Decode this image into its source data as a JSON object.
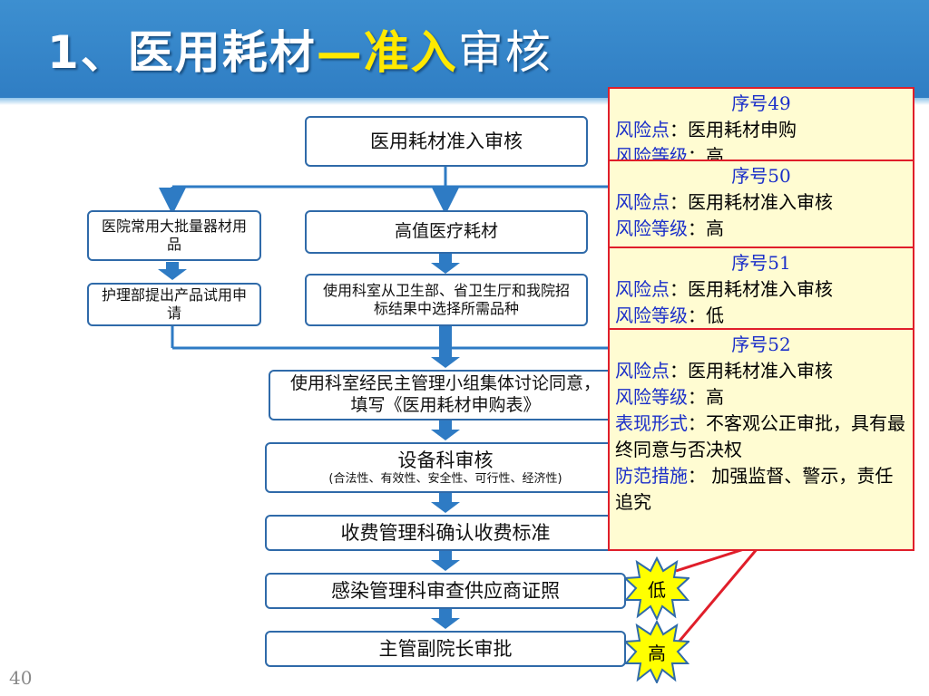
{
  "slide": {
    "title_part1": "1、医用耗材",
    "title_part2": "—准入",
    "title_part3": "审核",
    "page_number": "40"
  },
  "flow": {
    "top": "医用耗材准入审核",
    "left_branch_1": "医院常用大批量器材用品",
    "left_branch_2": "护理部提出产品试用申请",
    "mid_branch_1": "高值医疗耗材",
    "mid_branch_2": "使用科室从卫生部、省卫生厅和我院招标结果中选择所需品种",
    "step_1": "使用科室经民主管理小组集体讨论同意，填写《医用耗材申购表》",
    "step_2_main": "设备科审核",
    "step_2_sub": "(合法性、有效性、安全性、可行性、经济性)",
    "step_3": "收费管理科确认收费标准",
    "step_4": "感染管理科审查供应商证照",
    "step_5": "主管副院长审批"
  },
  "risk_badges": [
    {
      "label": "低"
    },
    {
      "label": "高"
    }
  ],
  "risk_cards": [
    {
      "num": "序号49",
      "point_label": "风险点",
      "point": "：医用耗材申购",
      "level_label": "风险等级",
      "level": "：高"
    },
    {
      "num": "序号50",
      "point_label": "风险点",
      "point": "：医用耗材准入审核",
      "level_label": "风险等级",
      "level": "：高"
    },
    {
      "num": "序号51",
      "point_label": "风险点",
      "point": "：医用耗材准入审核",
      "level_label": "风险等级",
      "level": "：低"
    },
    {
      "num": "序号52",
      "point_label": "风险点",
      "point": "：医用耗材准入审核",
      "level_label": "风险等级",
      "level": "：高",
      "form_label": "表现形式",
      "form": "：不客观公正审批，具有最终同意与否决权",
      "measure_label": "防范措施",
      "measure": "：  加强监督、警示，责任追究"
    }
  ],
  "colors": {
    "header": "#3d8fd0",
    "title_accent": "#ffe900",
    "box_border": "#2f6aa9",
    "arrow": "#2e7bc4",
    "card_bg": "#fffcd2",
    "card_border": "#e01e2a",
    "label_blue": "#1b2fc9",
    "badge_fill": "#ffff00",
    "badge_border": "#2f6aa9"
  }
}
